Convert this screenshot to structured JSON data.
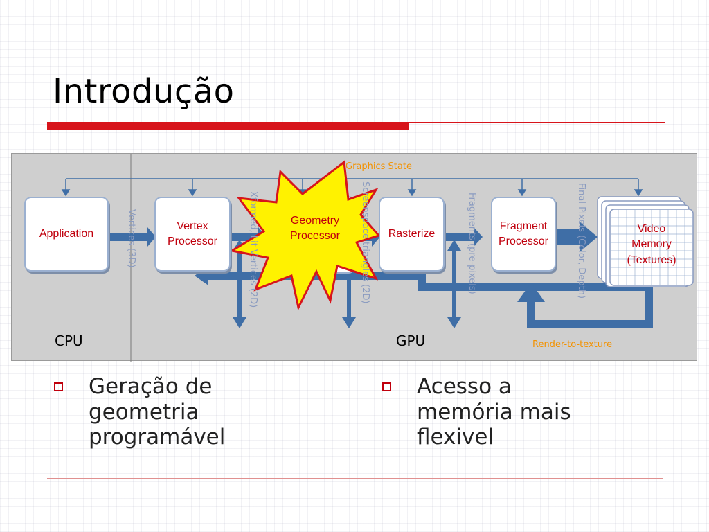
{
  "slide": {
    "title": "Introdução"
  },
  "diagram": {
    "graphics_state_label": "Graphics State",
    "nodes": {
      "application": "Application",
      "vertex_processor": "Vertex\nProcessor",
      "geometry_processor": "Geometry\nProcessor",
      "rasterize": "Rasterize",
      "fragment_processor": "Fragment\nProcessor",
      "video_memory": "Video\nMemory\n(Textures)"
    },
    "vertical_labels": {
      "vertices_3d": "Vertices (3D)",
      "xformed_lit_vertices": "Xformed, Lit Vertices (2D)",
      "screenspace_triangles": "Screenspace triangles (2D)",
      "fragments": "Fragments (pre-pixels)",
      "final_pixels": "Final Pixels (Color, Depth)"
    },
    "cpu_label": "CPU",
    "gpu_label": "GPU",
    "render_to_texture_label": "Render-to-texture",
    "colors": {
      "arrow": "#3f6ea6",
      "star_fill": "#fff200",
      "star_stroke": "#d7141b",
      "node_text": "#c0000d",
      "orange": "#f39200"
    }
  },
  "bullets": [
    {
      "text": "Geração de\ngeometria\nprogramável"
    },
    {
      "text": "Acesso a\nmemória mais\nflexivel"
    }
  ]
}
